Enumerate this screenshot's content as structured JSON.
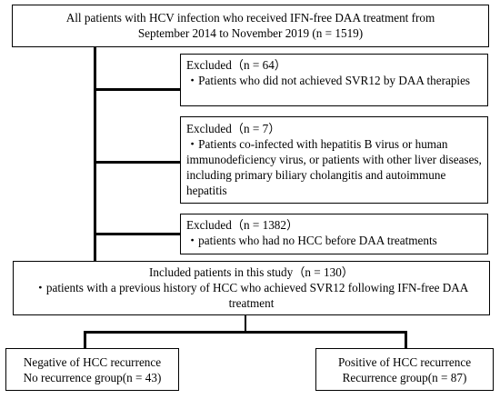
{
  "flowchart": {
    "top_box": {
      "line1": "All patients with HCV infection who received IFN-free DAA treatment from",
      "line2": "September 2014 to November 2019 (n = 1519)"
    },
    "excluded_1": {
      "header": "Excluded（n = 64）",
      "text": "・Patients who did not achieved SVR12 by DAA therapies"
    },
    "excluded_2": {
      "header": "Excluded（n = 7）",
      "text": "・Patients co-infected with hepatitis B virus or human immunodeficiency virus, or patients with other liver diseases, including primary biliary cholangitis and autoimmune hepatitis"
    },
    "excluded_3": {
      "header": "Excluded（n = 1382）",
      "text": "・patients who had no HCC before DAA treatments"
    },
    "included": {
      "header": "Included patients in this study（n = 130）",
      "text": "・patients with a previous history of HCC who achieved SVR12 following IFN-free DAA treatment"
    },
    "negative_group": {
      "line1": "Negative of HCC recurrence",
      "line2": "No recurrence group(n = 43)"
    },
    "positive_group": {
      "line1": "Positive of HCC recurrence",
      "line2": "Recurrence group(n = 87)"
    }
  }
}
